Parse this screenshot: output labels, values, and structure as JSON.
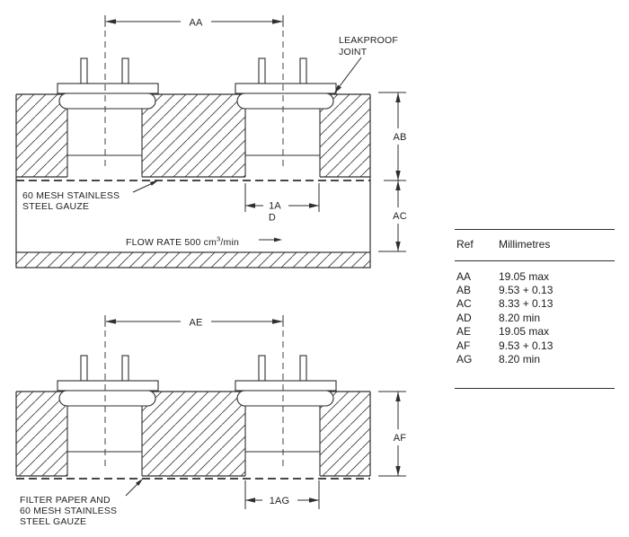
{
  "diagram_top": {
    "dim_aa": "AA",
    "dim_ab": "AB",
    "dim_ac": "AC",
    "dim_ad_line1": "1A",
    "dim_ad_line2": "D",
    "leakproof_line1": "LEAKPROOF",
    "leakproof_line2": "JOINT",
    "gauze_line1": "60 MESH STAINLESS",
    "gauze_line2": "STEEL GAUZE",
    "flow_rate_prefix": "FLOW RATE 500 cm",
    "flow_rate_sup": "3",
    "flow_rate_suffix": "/min"
  },
  "diagram_bottom": {
    "dim_ae": "AE",
    "dim_af": "AF",
    "dim_ag": "1AG",
    "filter_line1": "FILTER PAPER AND",
    "filter_line2": "60 MESH STAINLESS",
    "filter_line3": "STEEL GAUZE"
  },
  "table": {
    "headers": [
      "Ref",
      "Millimetres"
    ],
    "rows": [
      {
        "ref": "AA",
        "value": "19.05 max"
      },
      {
        "ref": "AB",
        "value": "9.53 + 0.13"
      },
      {
        "ref": "AC",
        "value": "8.33 + 0.13"
      },
      {
        "ref": "AD",
        "value": "8.20 min"
      },
      {
        "ref": "AE",
        "value": "19.05 max"
      },
      {
        "ref": "AF",
        "value": "9.53 + 0.13"
      },
      {
        "ref": "AG",
        "value": "8.20 min"
      }
    ]
  },
  "colors": {
    "line": "#2e2e2e",
    "text": "#1f1f1f",
    "background": "#ffffff"
  }
}
